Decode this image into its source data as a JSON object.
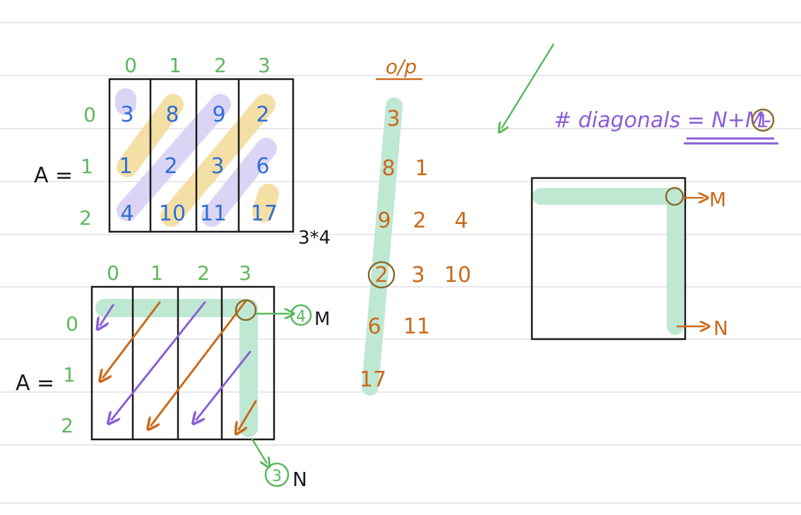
{
  "colors": {
    "green": "#5cb85c",
    "blue": "#2f6fd6",
    "orange": "#c96a1a",
    "purple": "#8a5ed6",
    "black": "#1a1a1a",
    "highlight_green": "#bfe8d3",
    "highlight_yellow": "#f3dc9c",
    "highlight_purple": "#d9d0f5",
    "circle_brown": "#8a6a2a",
    "rule": "#e6e6e6"
  },
  "matrix_top": {
    "label": "A =",
    "col_indices": [
      "0",
      "1",
      "2",
      "3"
    ],
    "row_indices": [
      "0",
      "1",
      "2"
    ],
    "rows": [
      [
        "3",
        "8",
        "9",
        "2"
      ],
      [
        "1",
        "2",
        "3",
        "6"
      ],
      [
        "4",
        "10",
        "11",
        "17"
      ]
    ],
    "size_note": "3*4"
  },
  "matrix_bottom": {
    "label": "A =",
    "col_indices": [
      "0",
      "1",
      "2",
      "3"
    ],
    "row_indices": [
      "0",
      "1",
      "2"
    ],
    "m_circle": "4",
    "m_label": "M",
    "n_circle": "3",
    "n_label": "N"
  },
  "output": {
    "heading": "o/p",
    "rows": [
      [
        "3"
      ],
      [
        "8",
        "1"
      ],
      [
        "9",
        "2",
        "4"
      ],
      [
        "2",
        "3",
        "10"
      ],
      [
        "6",
        "11"
      ],
      [
        "17"
      ]
    ]
  },
  "formula": {
    "text": "# diagonals = N+M-",
    "circled": "1"
  },
  "rect_right": {
    "m_label": "M",
    "n_label": "N"
  }
}
